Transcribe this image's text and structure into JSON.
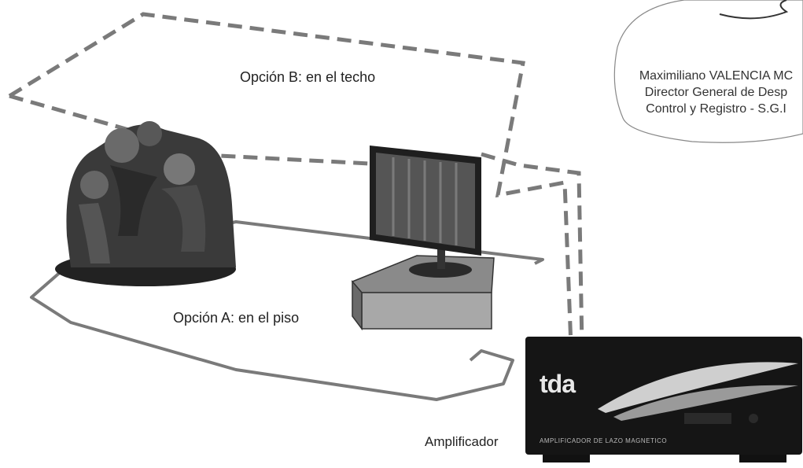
{
  "labels": {
    "option_b": "Opción B: en el techo",
    "option_a": "Opción A: en el piso",
    "amplifier": "Amplificador"
  },
  "amplifier_device": {
    "brand": "tda",
    "panel_text": "AMPLIFICADOR DE LAZO MAGNETICO"
  },
  "stamp": {
    "line1": "Maximiliano VALENCIA MC",
    "line2": "Director General de Desp",
    "line3": "Control y Registro - S.G.I"
  },
  "colors": {
    "loop_line": "#7a7a7a",
    "device_body": "#151515",
    "tv_screen": "#555555"
  }
}
